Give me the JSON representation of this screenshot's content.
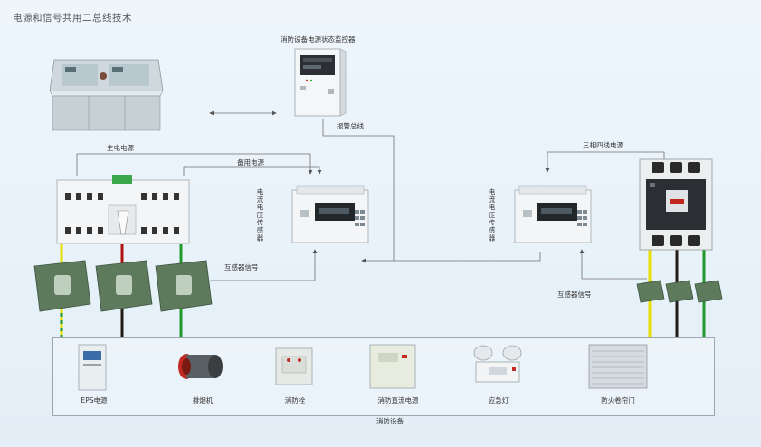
{
  "title": "电源和信号共用二总线技术",
  "labels": {
    "monitor": "消防设备电源状态监控器",
    "main_power": "主电电源",
    "alarm_bus": "报警总线",
    "backup_power": "备用电源",
    "sensor_left": "电流电压传感器",
    "sensor_right": "电流电压传感器",
    "ct_signal_left": "互感器信号",
    "ct_signal_right": "互感器信号",
    "three_phase": "三相四线电源",
    "fire_equipment": "消防设备"
  },
  "equipment": [
    {
      "label": "EPS电源"
    },
    {
      "label": "排烟机"
    },
    {
      "label": "消防栓"
    },
    {
      "label": "消防直流电源"
    },
    {
      "label": "应急灯"
    },
    {
      "label": "防火卷帘门"
    }
  ],
  "colors": {
    "yellow": "#e8e000",
    "red": "#b0140e",
    "green": "#1f9a2a",
    "dark": "#221a14",
    "wire": "#7a7a7a"
  }
}
